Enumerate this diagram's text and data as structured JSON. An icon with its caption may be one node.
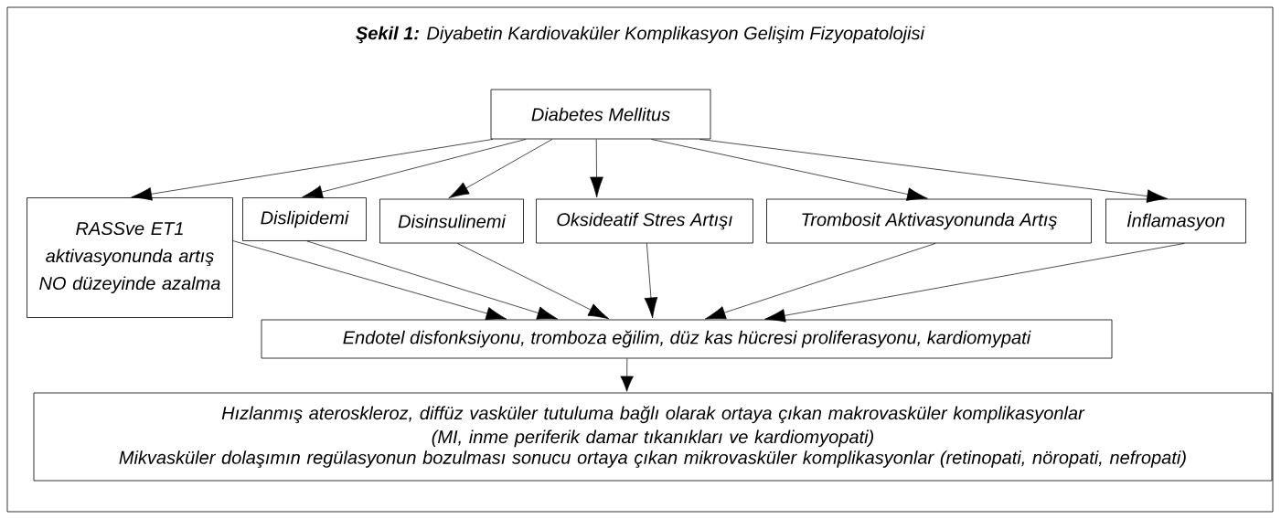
{
  "diagram": {
    "title": "**Şekil 1:** Diyabetin Kardiovaküler Komplikasyon Gelişim Fizyopatolojisi",
    "nodes": [
      {
        "text": [
          "Diabetes Mellitus"
        ]
      },
      {
        "text": [
          "RASSve ET1 aktivasyonunda artış NO düzeyinde azalma"
        ]
      },
      {
        "text": [
          "Dislipidemi"
        ]
      },
      {
        "text": [
          "Disinsulinemi"
        ]
      },
      {
        "text": [
          "Oksideatif Stres Artışı"
        ]
      },
      {
        "text": [
          "Trombosit Aktivasyonunda Artış"
        ]
      },
      {
        "text": [
          "İnflamasyon"
        ]
      },
      {
        "text": [
          "Endotel disfonksiyonu, tromboza eğilim, düz kas hücresi proliferasyonu, kardiomypati"
        ]
      },
      {
        "text": [
          "Hızlanmış ateroskleroz, diffüz vasküler tutuluma bağlı olarak ortaya çıkan makrovasküler komplikasyonlar (MI, inme periferik damar tıkanıkları ve kardiomyopati)",
          "Mikvasküler dolaşımın regülasyonun bozulması sonucu ortaya çıkan mikrovasküler komplikasyonlar (retinopati, nöropati, nefropati)"
        ]
      }
    ],
    "edges": [
      {
        "from": 0,
        "to": 1,
        "arrow": "to"
      },
      {
        "from": 0,
        "to": 2,
        "arrow": "to"
      },
      {
        "from": 0,
        "to": 3,
        "arrow": "to"
      },
      {
        "from": 0,
        "to": 4,
        "arrow": "to"
      },
      {
        "from": 0,
        "to": 5,
        "arrow": "to"
      },
      {
        "from": 0,
        "to": 6,
        "arrow": "to"
      },
      {
        "from": 1,
        "to": 7,
        "arrow": "to"
      },
      {
        "from": 2,
        "to": 7,
        "arrow": "to"
      },
      {
        "from": 3,
        "to": 7,
        "arrow": "to"
      },
      {
        "from": 4,
        "to": 7,
        "arrow": "to"
      },
      {
        "from": 5,
        "to": 7,
        "arrow": "to"
      },
      {
        "from": 6,
        "to": 7,
        "arrow": "to"
      },
      {
        "from": 7,
        "to": 8,
        "arrow": "to"
      }
    ]
  }
}
